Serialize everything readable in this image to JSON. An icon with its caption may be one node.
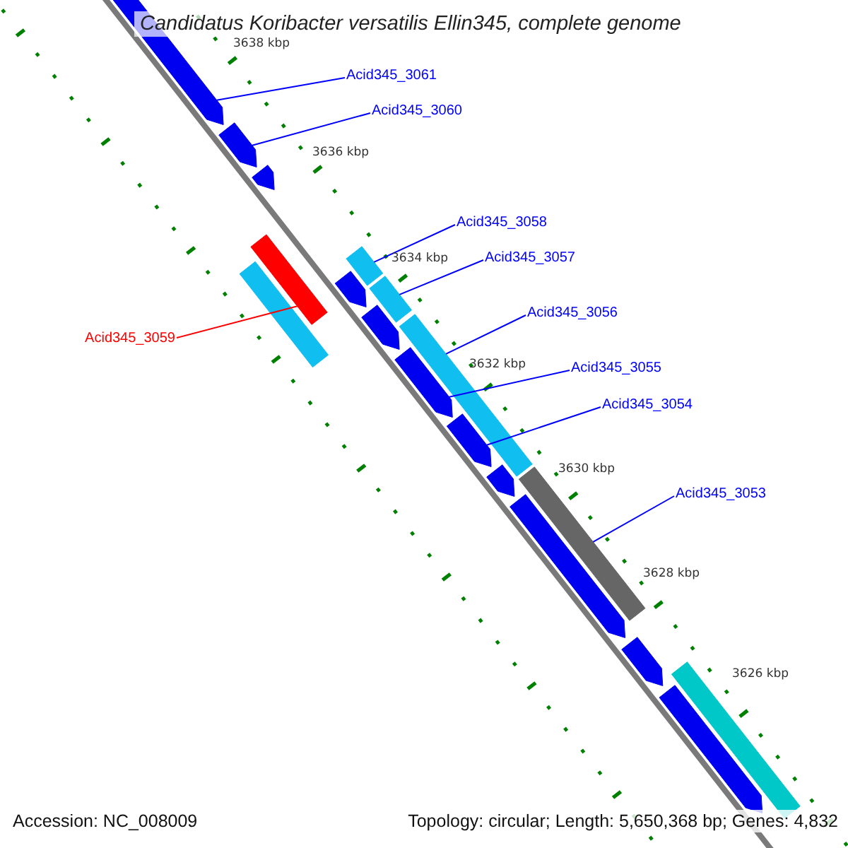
{
  "diagram": {
    "title": "Candidatus Koribacter versatilis Ellin345, complete genome",
    "nodes": [
      {
        "text": [
          "Acid345_3061"
        ]
      },
      {
        "text": [
          "Acid345_3060"
        ]
      },
      {
        "text": [
          "Acid345_3058"
        ]
      },
      {
        "text": [
          "Acid345_3057"
        ]
      },
      {
        "text": [
          "Acid345_3056"
        ]
      },
      {
        "text": [
          "Acid345_3059"
        ]
      },
      {
        "text": [
          "Acid345_3055"
        ]
      },
      {
        "text": [
          "Acid345_3054"
        ]
      },
      {
        "text": [
          "Acid345_3053"
        ]
      },
      {
        "text": [],
        "shape": "bar"
      },
      {
        "text": [],
        "shape": "bar"
      },
      {
        "text": [],
        "shape": "bar"
      },
      {
        "text": [],
        "shape": "bar"
      },
      {
        "text": [],
        "shape": "bar"
      },
      {
        "text": [],
        "shape": "bar"
      },
      {
        "text": [],
        "shape": "bar"
      },
      {
        "text": [],
        "shape": "bar"
      },
      {
        "text": [],
        "shape": "bar"
      },
      {
        "text": [],
        "shape": "bar"
      },
      {
        "text": [],
        "shape": "bar"
      },
      {
        "text": [],
        "shape": "bar"
      },
      {
        "text": [],
        "shape": "bar"
      },
      {
        "text": [],
        "shape": "bar"
      },
      {
        "text": [],
        "shape": "bar"
      },
      {
        "text": [],
        "shape": "bar"
      },
      {
        "text": [],
        "shape": "bar"
      },
      {
        "text": [],
        "shape": "bar"
      }
    ],
    "edges": [
      {
        "from": 0,
        "to": 9,
        "arrow": "none"
      },
      {
        "from": 1,
        "to": 10,
        "arrow": "none"
      },
      {
        "from": 2,
        "to": 14,
        "arrow": "none"
      },
      {
        "from": 3,
        "to": 16,
        "arrow": "none"
      },
      {
        "from": 4,
        "to": 18,
        "arrow": "none"
      },
      {
        "from": 5,
        "to": 12,
        "arrow": "none",
        "color": "#ff0000"
      },
      {
        "from": 6,
        "to": 19,
        "arrow": "none"
      },
      {
        "from": 7,
        "to": 20,
        "arrow": "none"
      },
      {
        "from": 8,
        "to": 22,
        "arrow": "none"
      }
    ],
    "labels": [
      "3638 kbp",
      "3636 kbp",
      "3634 kbp",
      "3632 kbp",
      "3630 kbp",
      "3628 kbp",
      "3626 kbp",
      "Accession: NC_008009",
      "Topology: circular; Length: 5,650,368 bp; Genes: 4,832"
    ]
  }
}
